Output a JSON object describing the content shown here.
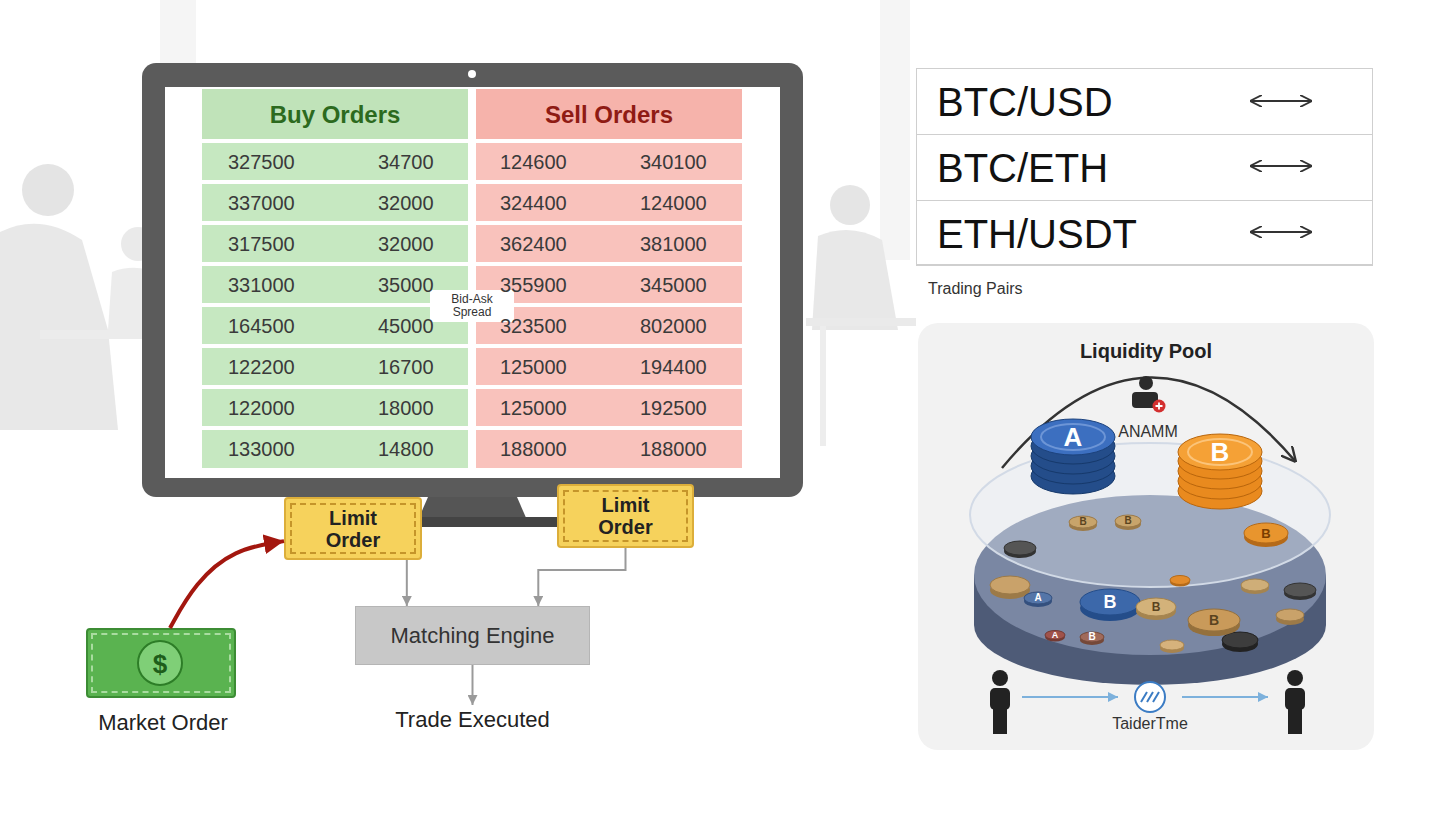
{
  "diagram": {
    "nodes": [
      {
        "text": [
          "Buy Orders"
        ]
      },
      {
        "text": [
          "Bid-Ask Spread"
        ]
      },
      {
        "text": [
          "Sell Orders"
        ]
      },
      {
        "text": [
          "Trading Pairs"
        ]
      },
      {
        "text": [
          "BTC/USD"
        ],
        "in": 3
      },
      {
        "text": [
          "BTC/ETH"
        ],
        "in": 3
      },
      {
        "text": [
          "ETH/USDT"
        ],
        "in": 3
      },
      {
        "text": [
          "Liquidity Pool"
        ]
      },
      {
        "text": [
          "Limit Order"
        ]
      },
      {
        "text": [
          "Limit Order"
        ]
      },
      {
        "text": [
          "Market Order"
        ]
      },
      {
        "text": [
          "Matching Engine"
        ]
      },
      {
        "text": [
          "Trade Executed"
        ]
      }
    ],
    "edges": [
      {
        "from": 10,
        "to": 8,
        "arrow": "to"
      },
      {
        "from": 8,
        "to": 11,
        "arrow": "to"
      },
      {
        "from": 9,
        "to": 11,
        "arrow": "to"
      },
      {
        "from": 11,
        "to": 12,
        "arrow": "to"
      }
    ],
    "labels": [
      "327500",
      "34700",
      "337000",
      "32000",
      "317500",
      "32000",
      "331000",
      "35000",
      "164500",
      "45000",
      "122200",
      "16700",
      "122000",
      "18000",
      "133000",
      "14800",
      "124600",
      "340100",
      "324400",
      "124000",
      "362400",
      "381000",
      "355900",
      "345000",
      "323500",
      "802000",
      "125000",
      "194400",
      "125000",
      "192500",
      "188000",
      "188000",
      "ANAMM",
      "A",
      "B",
      "B",
      "B",
      "B",
      "A",
      "B",
      "B",
      "B",
      "A",
      "B",
      "TaiderTme",
      "$"
    ]
  }
}
